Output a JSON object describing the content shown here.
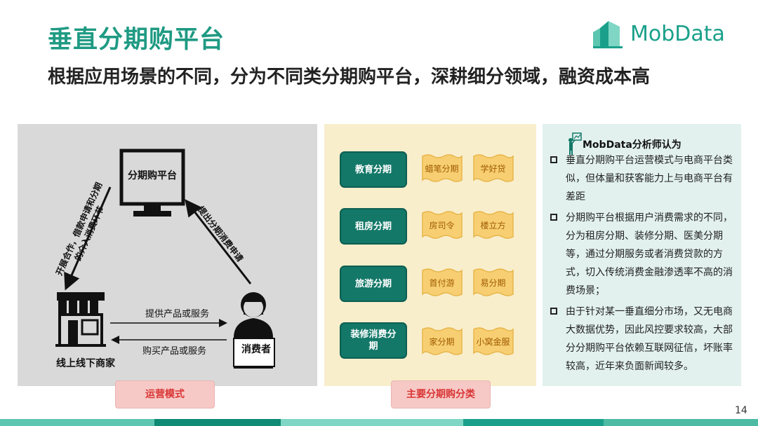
{
  "header": {
    "title": "垂直分期购平台",
    "subtitle": "根据应用场景的不同，分为不同类分期购平台，深耕细分领域，融资成本高",
    "logo_text": "MobData"
  },
  "left_panel": {
    "platform_label": "分期购平台",
    "merchant_label": "线上线下商家",
    "consumer_label": "消费者",
    "left_arrow_text": [
      "开展合作，借款申请和分期",
      "的介入消费环节"
    ],
    "right_arrow_text": [
      "提出分期消费申请"
    ],
    "top_arrow_label": "提供产品或服务",
    "bottom_arrow_label": "购买产品或服务",
    "tag": "运营模式"
  },
  "mid_panel": {
    "categories": [
      {
        "label": "教育分期",
        "brands": [
          "蜡笔分期",
          "学好贷"
        ]
      },
      {
        "label": "租房分期",
        "brands": [
          "房司令",
          "楼立方"
        ]
      },
      {
        "label": "旅游分期",
        "brands": [
          "首付游",
          "易分期"
        ]
      },
      {
        "label": "装修消费分期",
        "brands": [
          "家分期",
          "小窝金服"
        ]
      }
    ],
    "tag": "主要分期购分类"
  },
  "right_panel": {
    "heading": "MobData分析师认为",
    "bullets": [
      "垂直分期购平台运营模式与电商平台类似，但体量和获客能力上与电商平台有差距",
      "分期购平台根据用户消费需求的不同，分为租房分期、装修分期、医美分期等，通过分期服务或者消费贷款的方式，切入传统消费金融渗透率不高的消费场景；",
      "由于针对某一垂直细分市场，又无电商大数据优势，因此风控要求较高，大部分分期购平台依赖互联网征信，坏账率较高，近年来负面新闻较多。"
    ]
  },
  "footer": {
    "page_number": "14"
  },
  "colors": {
    "brand_green": "#1f9a83",
    "category_fill": "#137868",
    "tag_red": "#d93535"
  }
}
